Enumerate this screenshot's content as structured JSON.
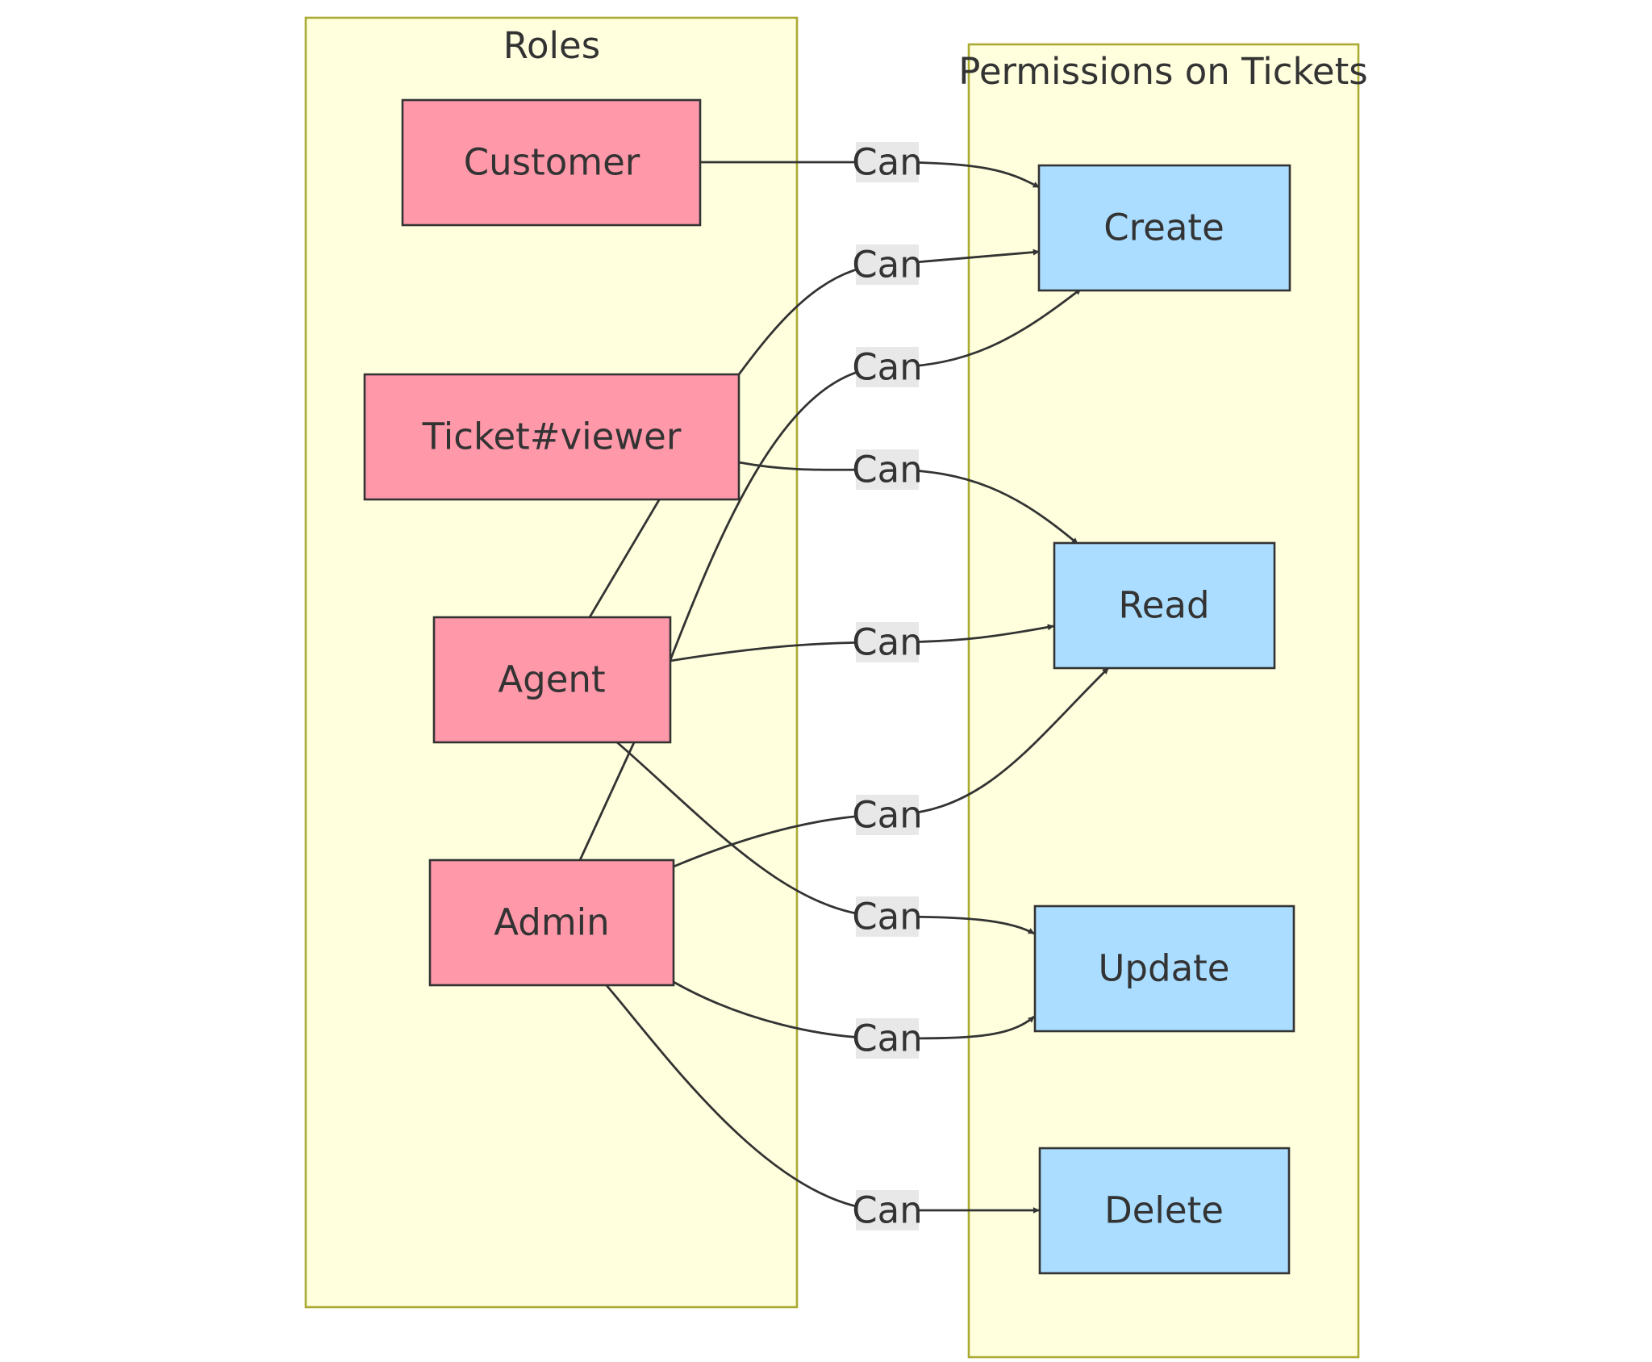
{
  "colors": {
    "cluster_fill": "#ffffde",
    "cluster_stroke": "#aaaa33",
    "role_fill": "#ff99aa",
    "permission_fill": "#aaddff",
    "node_stroke": "#333333",
    "edge": "#333333",
    "label_bg": "#e8e8e8"
  },
  "clusters": {
    "roles": {
      "title": "Roles"
    },
    "permissions": {
      "title": "Permissions on Tickets"
    }
  },
  "nodes": {
    "customer": {
      "label": "Customer"
    },
    "ticket_viewer": {
      "label": "Ticket#viewer"
    },
    "agent": {
      "label": "Agent"
    },
    "admin": {
      "label": "Admin"
    },
    "create": {
      "label": "Create"
    },
    "read": {
      "label": "Read"
    },
    "update": {
      "label": "Update"
    },
    "delete": {
      "label": "Delete"
    }
  },
  "edges": [
    {
      "from": "Customer",
      "to": "Create",
      "label": "Can"
    },
    {
      "from": "Ticket#viewer",
      "to": "Create",
      "label": "Can"
    },
    {
      "from": "Agent",
      "to": "Create",
      "label": "Can"
    },
    {
      "from": "Ticket#viewer",
      "to": "Read",
      "label": "Can"
    },
    {
      "from": "Agent",
      "to": "Read",
      "label": "Can"
    },
    {
      "from": "Admin",
      "to": "Read",
      "label": "Can"
    },
    {
      "from": "Agent",
      "to": "Update",
      "label": "Can"
    },
    {
      "from": "Admin",
      "to": "Update",
      "label": "Can"
    },
    {
      "from": "Admin",
      "to": "Delete",
      "label": "Can"
    }
  ],
  "links": [
    {
      "from": "Ticket#viewer",
      "to": "Agent"
    },
    {
      "from": "Agent",
      "to": "Admin"
    }
  ]
}
